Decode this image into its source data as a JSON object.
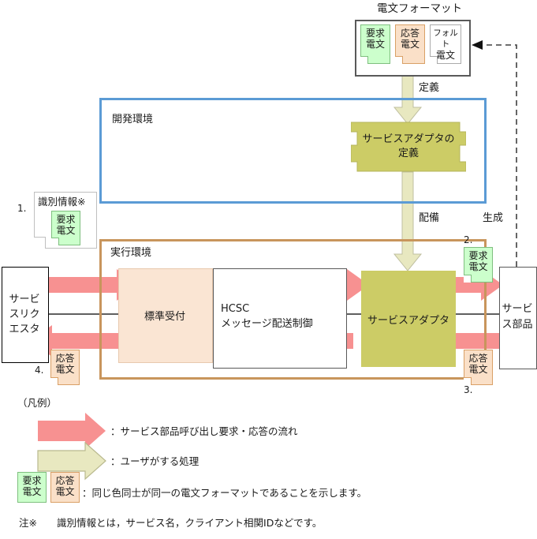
{
  "diagram": {
    "title_format_box": "電文フォーマット",
    "format_cards": [
      {
        "line1": "要求",
        "line2": "電文",
        "color": "#CCFFCC",
        "kind": "request"
      },
      {
        "line1": "応答",
        "line2": "電文",
        "color": "#FAE0C8",
        "kind": "response"
      },
      {
        "line1": "フォルト",
        "line2": "電文",
        "color": "#FFFFFF",
        "kind": "fault"
      }
    ],
    "arrow_label_define": "定義",
    "arrow_label_deploy": "配備",
    "arrow_label_generate": "生成",
    "dev_env_label": "開発環境",
    "run_env_label": "実行環境",
    "adapter_def_label_line1": "サービスアダプタの",
    "adapter_def_label_line2": "定義",
    "requester_label_lines": [
      "サービ",
      "スリク",
      "エスタ"
    ],
    "accept_label": "標準受付",
    "hcsc_label_line1": "HCSC",
    "hcsc_label_line2": "メッセージ配送制御",
    "adapter_label": "サービスアダプタ",
    "component_label_lines": [
      "サービ",
      "ス部品"
    ],
    "note_title": "識別情報※",
    "note_card": {
      "line1": "要求",
      "line2": "電文"
    },
    "step_numbers": {
      "one": "1.",
      "two": "2.",
      "three": "3.",
      "four": "4."
    },
    "step2_card": {
      "line1": "要求",
      "line2": "電文"
    },
    "step3_card": {
      "line1": "応答",
      "line2": "電文"
    },
    "step4_card": {
      "line1": "応答",
      "line2": "電文"
    }
  },
  "legend": {
    "heading": "（凡例）",
    "items": [
      {
        "icon": "pink-arrow",
        "text": "：サービス部品呼び出し要求・応答の流れ"
      },
      {
        "icon": "olive-arrow",
        "text": "：ユーザがする処理"
      },
      {
        "icon": "two-cards",
        "text": "：同じ色同士が同一の電文フォーマットであることを示します。"
      }
    ],
    "sample_cards": [
      {
        "line1": "要求",
        "line2": "電文"
      },
      {
        "line1": "応答",
        "line2": "電文"
      }
    ]
  },
  "footnote": {
    "marker": "注※",
    "text": "識別情報とは，サービス名，クライアント相関IDなどです。"
  },
  "colors": {
    "pink_arrow": "#F79191",
    "olive_arrow": "#E8E8C0",
    "olive_fill": "#CCCC66",
    "dev_border": "#5B9BD5",
    "run_border": "#C8955C",
    "accept_fill": "#FAE5D3",
    "request_green": "#CCFFCC",
    "response_peach": "#FAE0C8"
  }
}
